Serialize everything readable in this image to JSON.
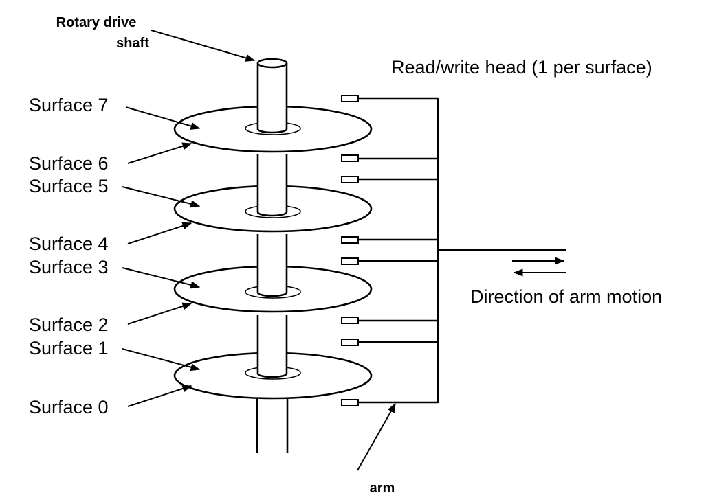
{
  "colors": {
    "ink": "#000000",
    "background": "#ffffff"
  },
  "labels": {
    "shaft_line1": "Rotary drive",
    "shaft_line2": "shaft",
    "head": "Read/write head (1 per surface)",
    "direction": "Direction of arm motion",
    "arm": "arm",
    "surfaces": [
      "Surface 7",
      "Surface 6",
      "Surface 5",
      "Surface 4",
      "Surface 3",
      "Surface 2",
      "Surface 1",
      "Surface 0"
    ]
  }
}
